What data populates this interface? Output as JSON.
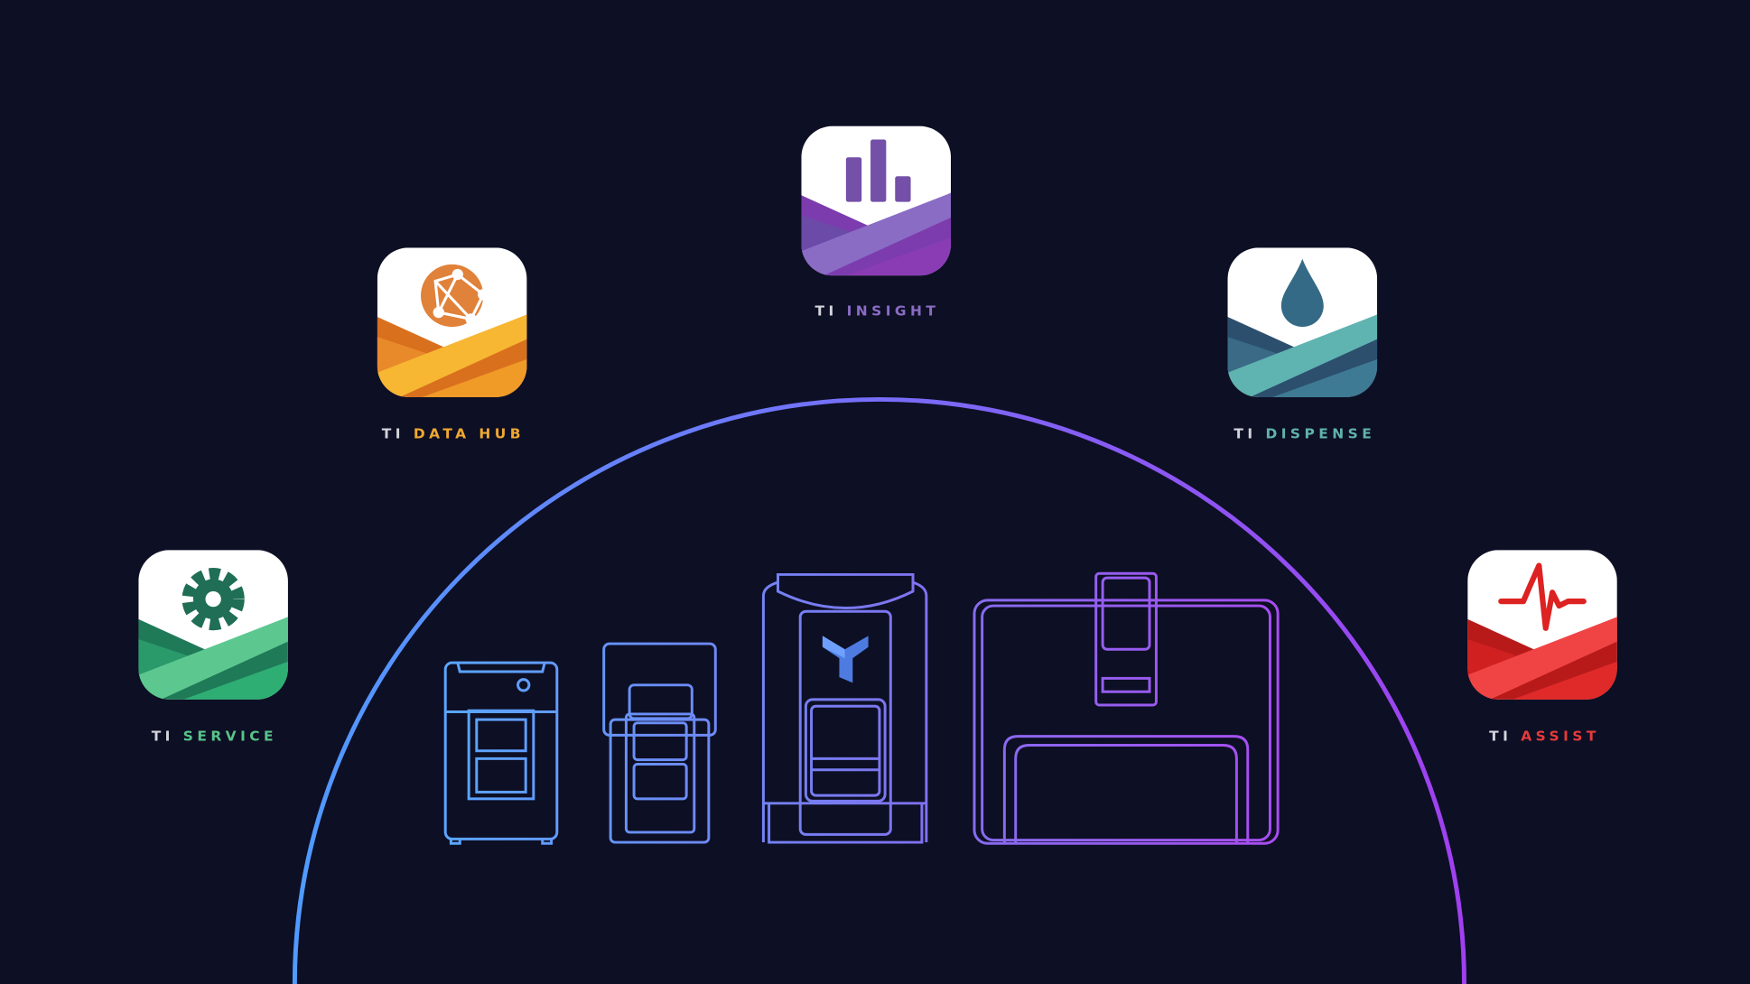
{
  "products": [
    {
      "id": "insight",
      "prefix": "TI",
      "name": "INSIGHT",
      "accent": "#8a6cc4",
      "icon": "bar-chart-icon"
    },
    {
      "id": "data-hub",
      "prefix": "TI",
      "name": "DATA HUB",
      "accent": "#f0a830",
      "icon": "network-globe-icon"
    },
    {
      "id": "dispense",
      "prefix": "TI",
      "name": "DISPENSE",
      "accent": "#5fb3ae",
      "icon": "water-drop-icon"
    },
    {
      "id": "service",
      "prefix": "TI",
      "name": "SERVICE",
      "accent": "#58c48a",
      "icon": "gear-icon"
    },
    {
      "id": "assist",
      "prefix": "TI",
      "name": "ASSIST",
      "accent": "#e83a3a",
      "icon": "heartbeat-pulse-icon"
    }
  ],
  "colors": {
    "background": "#0d0f24",
    "arc_start": "#4f9bff",
    "arc_end": "#a040f0"
  }
}
